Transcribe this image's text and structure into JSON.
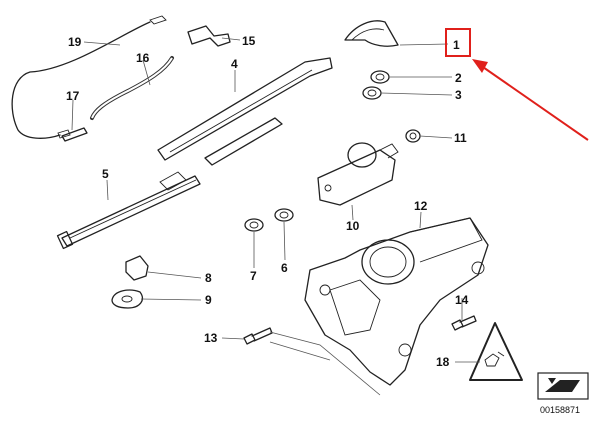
{
  "diagram": {
    "callouts": [
      {
        "id": "c1",
        "text": "1"
      },
      {
        "id": "c2",
        "text": "2"
      },
      {
        "id": "c3",
        "text": "3"
      },
      {
        "id": "c4",
        "text": "4"
      },
      {
        "id": "c5",
        "text": "5"
      },
      {
        "id": "c6",
        "text": "6"
      },
      {
        "id": "c7",
        "text": "7"
      },
      {
        "id": "c8",
        "text": "8"
      },
      {
        "id": "c9",
        "text": "9"
      },
      {
        "id": "c10",
        "text": "10"
      },
      {
        "id": "c11",
        "text": "11"
      },
      {
        "id": "c12",
        "text": "12"
      },
      {
        "id": "c13",
        "text": "13"
      },
      {
        "id": "c14",
        "text": "14"
      },
      {
        "id": "c15",
        "text": "15"
      },
      {
        "id": "c16",
        "text": "16"
      },
      {
        "id": "c17",
        "text": "17"
      },
      {
        "id": "c18",
        "text": "18"
      },
      {
        "id": "c19",
        "text": "19"
      }
    ],
    "catalog_number": "00158871",
    "highlight_color": "#e0201b"
  }
}
